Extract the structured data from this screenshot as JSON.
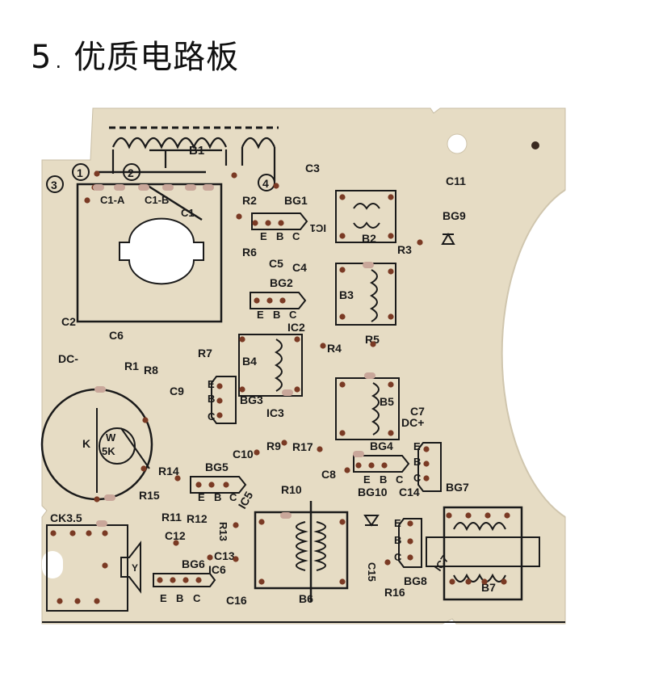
{
  "title": {
    "number": "5",
    "separator": ".",
    "text": "优质电路板"
  },
  "board": {
    "colors": {
      "substrate": "#e6dcc4",
      "ink": "#1a1a1a",
      "pad": "#7a3a24",
      "copper": "#c9a79a",
      "background": "#ffffff"
    },
    "labels": {
      "b1": "B1",
      "b2": "B2",
      "b3": "B3",
      "b4": "B4",
      "b5": "B5",
      "b6": "B6",
      "b7": "B7",
      "c1a": "C1-A",
      "c1b": "C1-B",
      "c1": "C1",
      "c2": "C2",
      "c3": "C3",
      "c4": "C4",
      "c5": "C5",
      "c6": "C6",
      "c7": "C7",
      "c8": "C8",
      "c9": "C9",
      "c10": "C10",
      "c11": "C11",
      "c12": "C12",
      "c13": "C13",
      "c14": "C14",
      "c15": "C15",
      "c16": "C16",
      "r1": "R1",
      "r2": "R2",
      "r3": "R3",
      "r4": "R4",
      "r5": "R5",
      "r6": "R6",
      "r7": "R7",
      "r8": "R8",
      "r9": "R9",
      "r10": "R10",
      "r11": "R11",
      "r12": "R12",
      "r13": "R13",
      "r14": "R14",
      "r15": "R15",
      "r16": "R16",
      "r17": "R17",
      "bg1": "BG1",
      "bg2": "BG2",
      "bg3": "BG3",
      "bg4": "BG4",
      "bg5": "BG5",
      "bg6": "BG6",
      "bg7": "BG7",
      "bg8": "BG8",
      "bg9": "BG9",
      "bg10": "BG10",
      "ic1": "IC1",
      "ic2": "IC2",
      "ic3": "IC3",
      "ic5": "IC5",
      "ic6": "IC6",
      "ic7": "IC7",
      "dc_minus": "DC-",
      "dc_plus": "DC+",
      "ck": "CK3.5",
      "pot_k": "K",
      "pot_w": "W",
      "pot_5k": "5K",
      "mark1": "1",
      "mark2": "2",
      "mark3": "3",
      "mark4": "4",
      "y": "Y",
      "ebc": [
        "E",
        "B",
        "C"
      ]
    }
  }
}
